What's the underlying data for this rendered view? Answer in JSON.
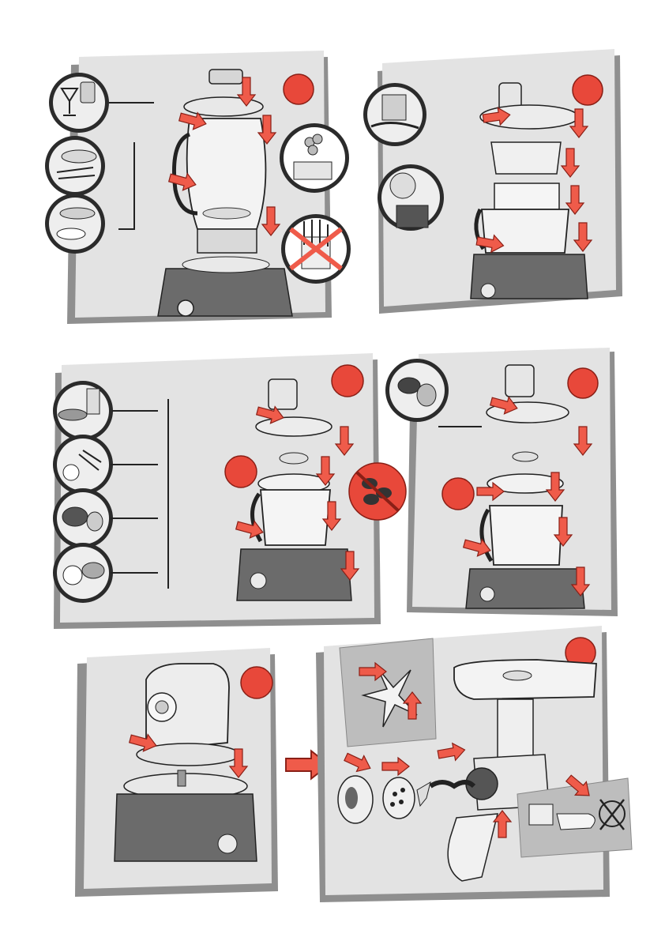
{
  "page": {
    "type": "instruction-illustrations",
    "panel_count": 6
  },
  "colors": {
    "panel_bg": "#e3e3e3",
    "panel_shadow": "#8f8f8f",
    "accent_arrow": "#ef5b4a",
    "arrow_outline": "#8a1f16",
    "line": "#1a1a1a",
    "appliance_dark": "#6b6b6b",
    "step_marker": "#e8483a"
  },
  "panels": [
    {
      "name": "panel-blender",
      "icons": [
        "cocktail-icon",
        "soup-icon",
        "batter-icon",
        "crushed-ice-icon",
        "no-hand-icon"
      ]
    },
    {
      "name": "panel-juicer",
      "icons": [
        "juice-icon",
        "pulp-icon"
      ]
    },
    {
      "name": "panel-chopper",
      "icons": [
        "sauce-icon",
        "herbs-icon",
        "meat-icon",
        "nuts-icon",
        "no-coffee-icon"
      ]
    },
    {
      "name": "panel-mincer-bowl",
      "icons": [
        "dried-fruit-icon"
      ]
    },
    {
      "name": "panel-motor-head",
      "icons": []
    },
    {
      "name": "panel-meat-grinder",
      "icons": [
        "blade-detail-icon",
        "no-rotate-icon"
      ]
    }
  ]
}
